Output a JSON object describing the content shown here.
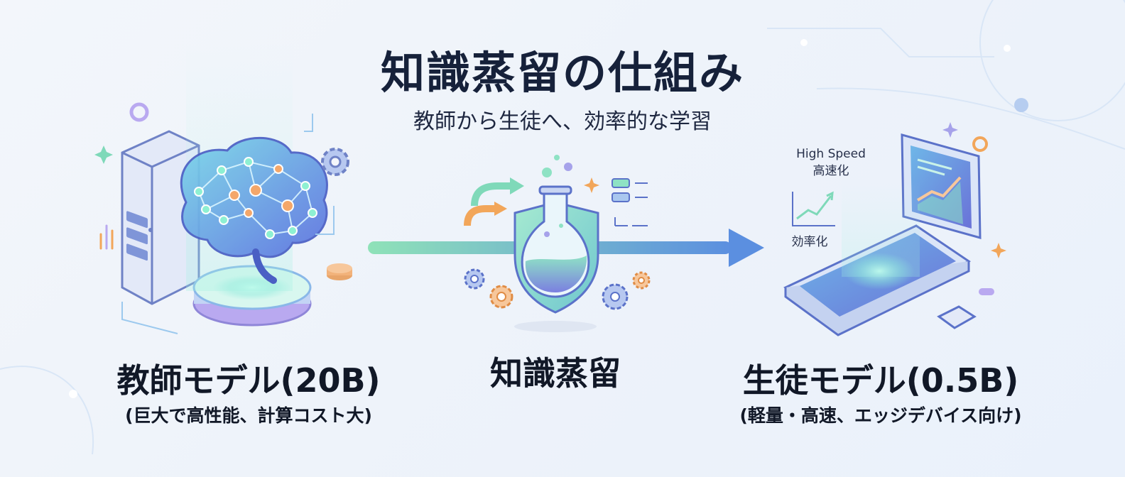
{
  "header": {
    "title": "知識蒸留の仕組み",
    "subtitle": "教師から生徒へ、効率的な学習"
  },
  "teacher": {
    "name": "教師モデル(20B)",
    "description": "(巨大で高性能、計算コスト大)"
  },
  "process": {
    "name": "知識蒸留"
  },
  "student": {
    "name": "生徒モデル(0.5B)",
    "description": "(軽量・高速、エッジデバイス向け)",
    "speed_label_en": "High Speed",
    "speed_label_ja": "高速化",
    "efficiency_label": "効率化"
  },
  "colors": {
    "arrow_start": "#86e0b2",
    "arrow_end": "#5b8fe0",
    "brain": "#6a8ee8",
    "node": "#f2a65a",
    "glow": "#7fe3d0"
  }
}
